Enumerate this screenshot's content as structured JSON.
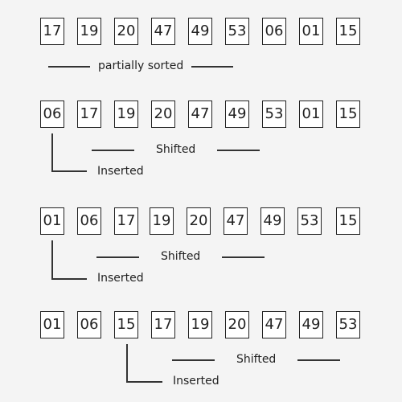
{
  "rows": [
    {
      "values": [
        "17",
        "19",
        "20",
        "47",
        "49",
        "53",
        "06",
        "01",
        "15"
      ],
      "caption": "partially sorted"
    },
    {
      "values": [
        "06",
        "17",
        "19",
        "20",
        "47",
        "49",
        "53",
        "01",
        "15"
      ],
      "shifted_label": "Shifted",
      "inserted_label": "Inserted"
    },
    {
      "values": [
        "01",
        "06",
        "17",
        "19",
        "20",
        "47",
        "49",
        "53",
        "15"
      ],
      "shifted_label": "Shifted",
      "inserted_label": "Inserted"
    },
    {
      "values": [
        "01",
        "06",
        "15",
        "17",
        "19",
        "20",
        "47",
        "49",
        "53"
      ],
      "shifted_label": "Shifted",
      "inserted_label": "Inserted"
    }
  ]
}
